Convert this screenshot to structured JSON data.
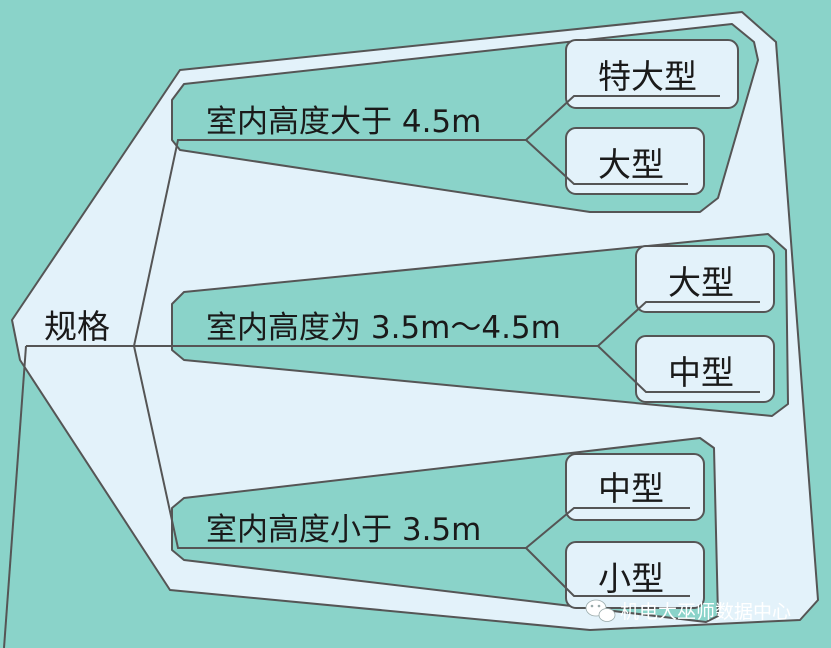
{
  "diagram": {
    "root": {
      "label": "规格"
    },
    "branches": [
      {
        "label": "室内高度大于 4.5m",
        "leaves": [
          "特大型",
          "大型"
        ]
      },
      {
        "label": "室内高度为 3.5m～4.5m",
        "leaves": [
          "大型",
          "中型"
        ]
      },
      {
        "label": "室内高度小于 3.5m",
        "leaves": [
          "中型",
          "小型"
        ]
      }
    ]
  },
  "watermark": {
    "text": "机电大巫师数据中心",
    "icon": "wechat-icon"
  },
  "colors": {
    "background": "#8ad3c9",
    "panel": "#e3f2fa",
    "branch_fill": "#8ad3c9",
    "outline": "#555555",
    "line": "#555555",
    "watermark": "#ffffff"
  }
}
